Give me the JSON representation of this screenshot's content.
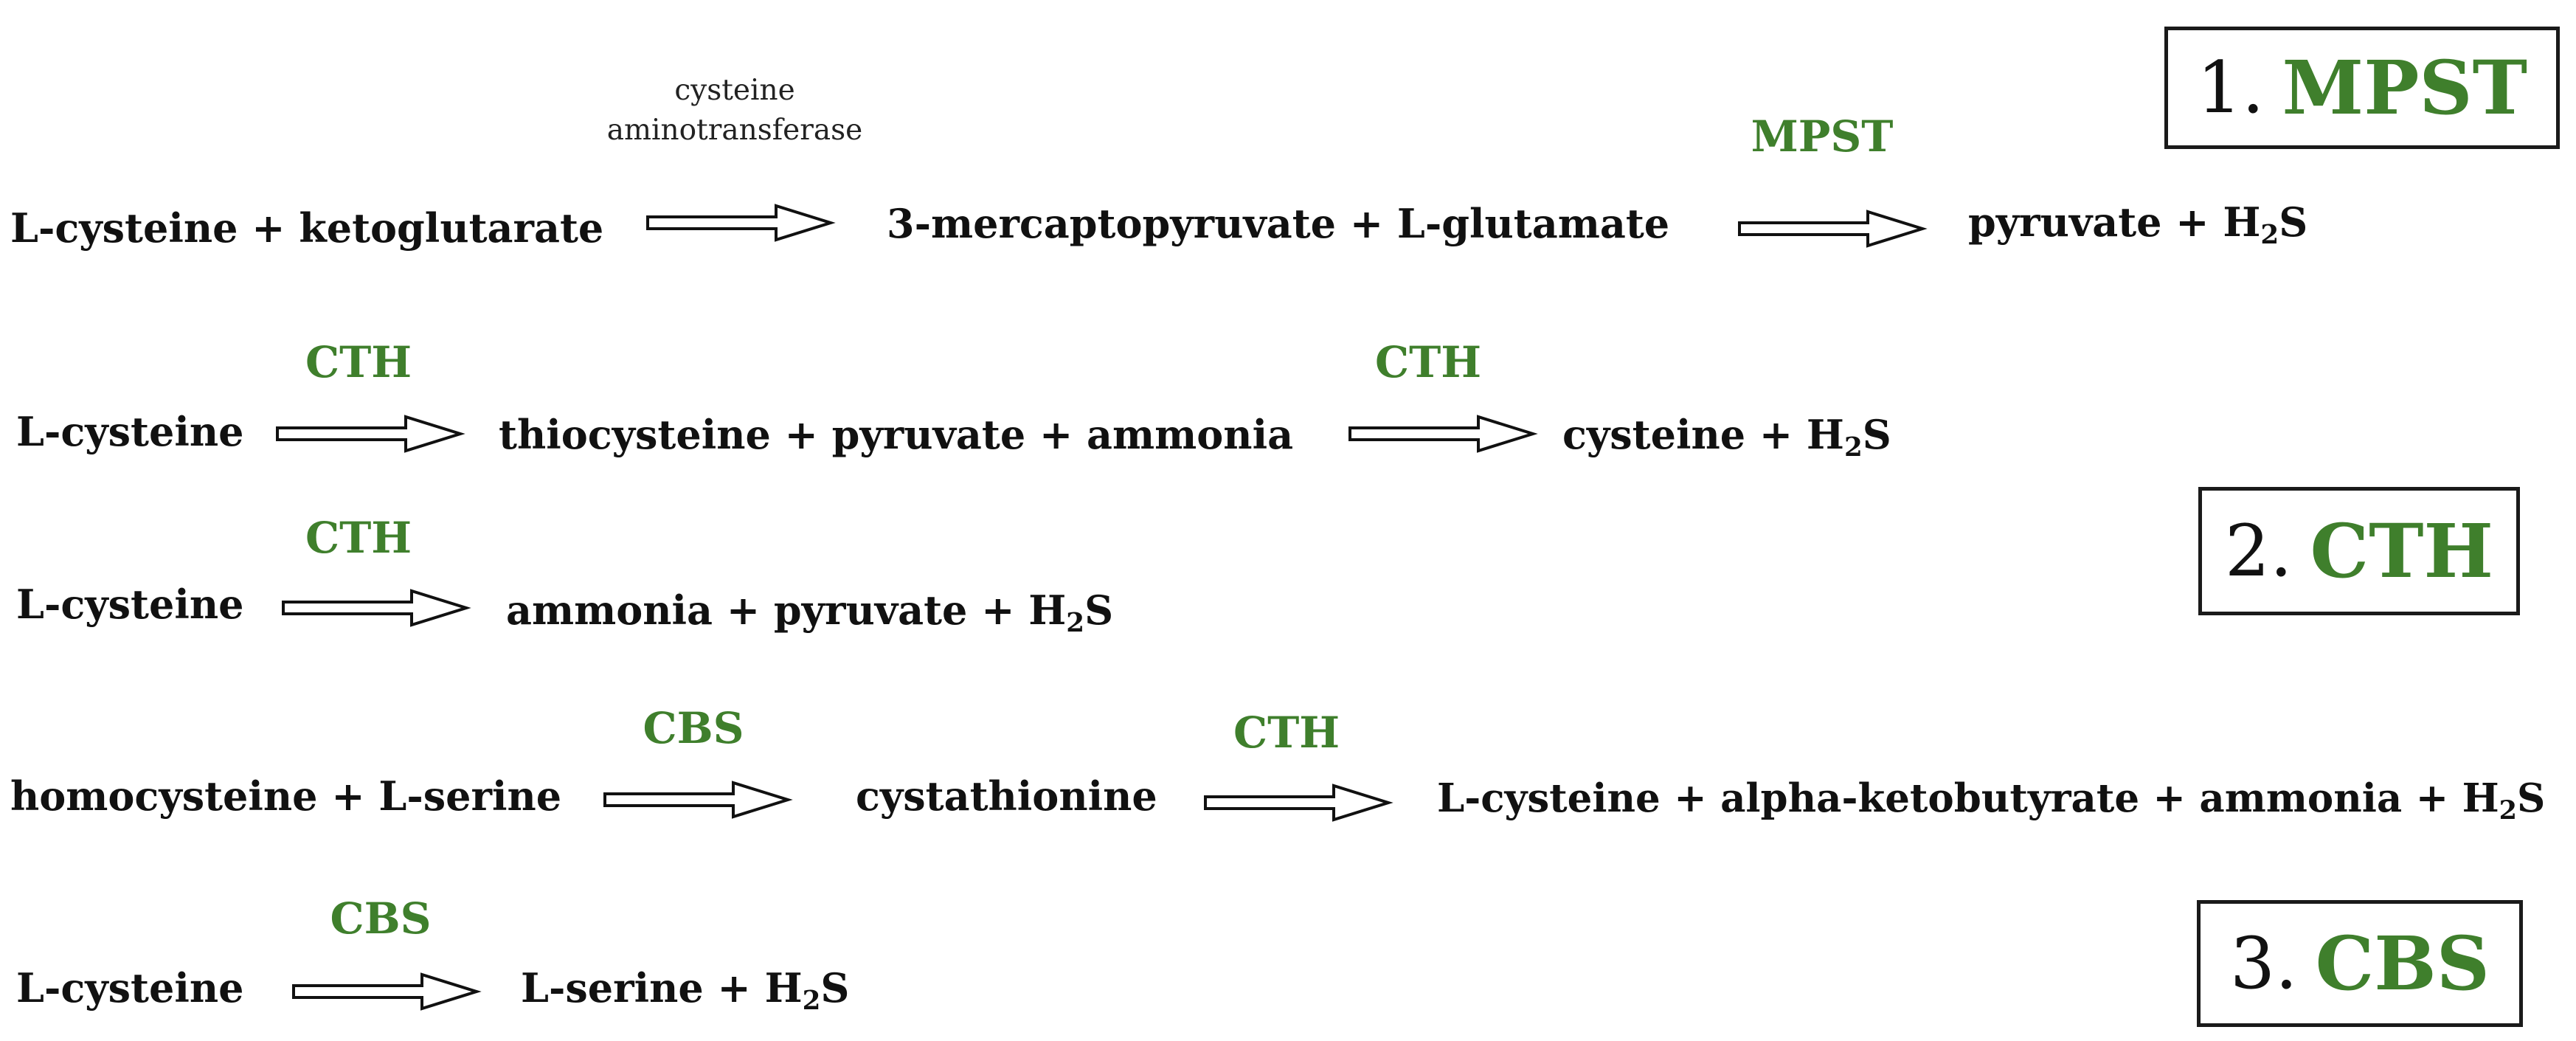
{
  "section_boxes": [
    {
      "number": "1.",
      "name": "MPST"
    },
    {
      "number": "2.",
      "name": "CTH"
    },
    {
      "number": "3.",
      "name": "CBS"
    }
  ],
  "reactions": [
    {
      "substrate": "L-cysteine + ketoglutarate",
      "enzyme1_lines": [
        "cysteine",
        "aminotransferase"
      ],
      "intermediate": "3-mercaptopyruvate + L-glutamate",
      "enzyme2": "MPST",
      "product_prefix": "pyruvate + H",
      "product_sub": "2",
      "product_suffix": "S"
    },
    {
      "substrate": "L-cysteine",
      "enzyme1": "CTH",
      "intermediate": "thiocysteine  + pyruvate + ammonia",
      "enzyme2": "CTH",
      "product_prefix": "cysteine + H",
      "product_sub": "2",
      "product_suffix": "S"
    },
    {
      "substrate": "L-cysteine",
      "enzyme1": "CTH",
      "product_prefix": "ammonia  + pyruvate  + H",
      "product_sub": "2",
      "product_suffix": "S"
    },
    {
      "substrate": "homocysteine + L-serine",
      "enzyme1": "CBS",
      "intermediate": "cystathionine",
      "enzyme2": "CTH",
      "product_prefix": "L-cysteine + alpha-ketobutyrate + ammonia + H",
      "product_sub": "2",
      "product_suffix": "S"
    },
    {
      "substrate": "L-cysteine",
      "enzyme1": "CBS",
      "product_prefix": "L-serine + H",
      "product_sub": "2",
      "product_suffix": "S"
    }
  ]
}
